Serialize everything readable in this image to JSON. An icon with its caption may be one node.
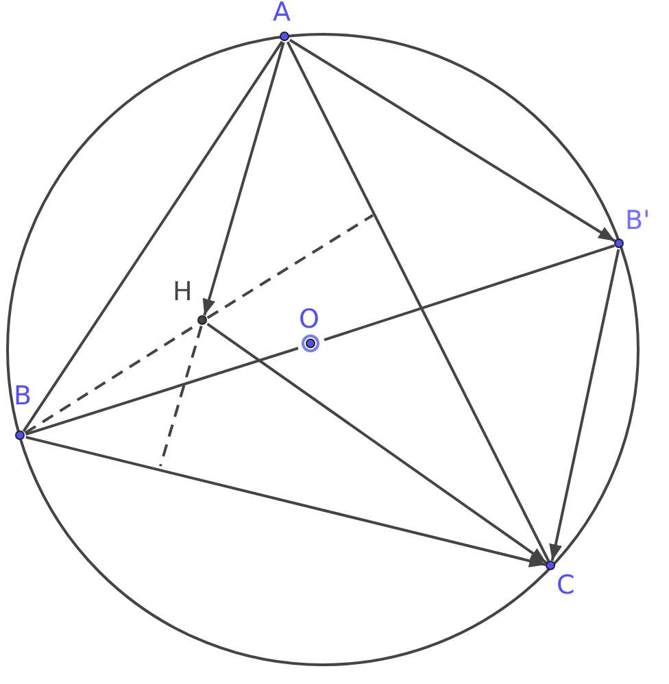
{
  "diagram": {
    "nodes": [
      {
        "text": [
          "A"
        ]
      },
      {
        "text": [
          "B'"
        ]
      },
      {
        "text": [
          "H"
        ]
      },
      {
        "text": [
          "O"
        ]
      },
      {
        "text": [
          "B"
        ]
      },
      {
        "text": [
          "C"
        ]
      }
    ],
    "edges": [
      {
        "from": 0,
        "to": 4,
        "arrow": "none"
      },
      {
        "from": 0,
        "to": 5,
        "arrow": "none"
      },
      {
        "from": 0,
        "to": 1,
        "arrow": "to"
      },
      {
        "from": 0,
        "to": 2,
        "arrow": "to"
      },
      {
        "from": 4,
        "to": 3,
        "arrow": "none"
      },
      {
        "from": 3,
        "to": 1,
        "arrow": "none"
      },
      {
        "from": 1,
        "to": 5,
        "arrow": "to"
      },
      {
        "from": 2,
        "to": 5,
        "arrow": "to"
      },
      {
        "from": 4,
        "to": 5,
        "arrow": "to"
      },
      {
        "from": 4,
        "to": 2,
        "arrow": "none",
        "style": "dashed"
      },
      {
        "from": 2,
        "to": null,
        "arrow": "none",
        "style": "dashed"
      },
      {
        "from": 2,
        "to": null,
        "arrow": "none",
        "style": "dashed"
      }
    ]
  }
}
